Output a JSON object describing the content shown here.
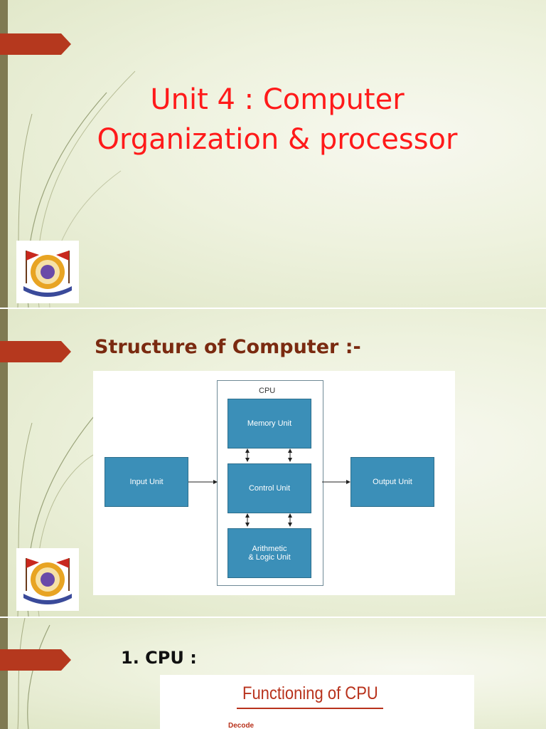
{
  "slide1": {
    "title_line1": "Unit 4 : Computer",
    "title_line2": "Organization & processor"
  },
  "slide2": {
    "heading": "Structure of Computer :-",
    "diagram": {
      "cpu_label": "CPU",
      "input_unit": "Input Unit",
      "memory_unit": "Memory Unit",
      "control_unit": "Control Unit",
      "alu_line1": "Arithmetic",
      "alu_line2": "& Logic Unit",
      "output_unit": "Output Unit"
    }
  },
  "slide3": {
    "heading": "1. CPU :",
    "figure_title": "Functioning of CPU",
    "figure_subtext": "Decode"
  },
  "colors": {
    "title_red": "#ff1a1a",
    "heading_brown": "#7a2a10",
    "arrow_red": "#b5381e",
    "box_blue": "#3b8fb8",
    "left_bar": "#7f7a52"
  }
}
